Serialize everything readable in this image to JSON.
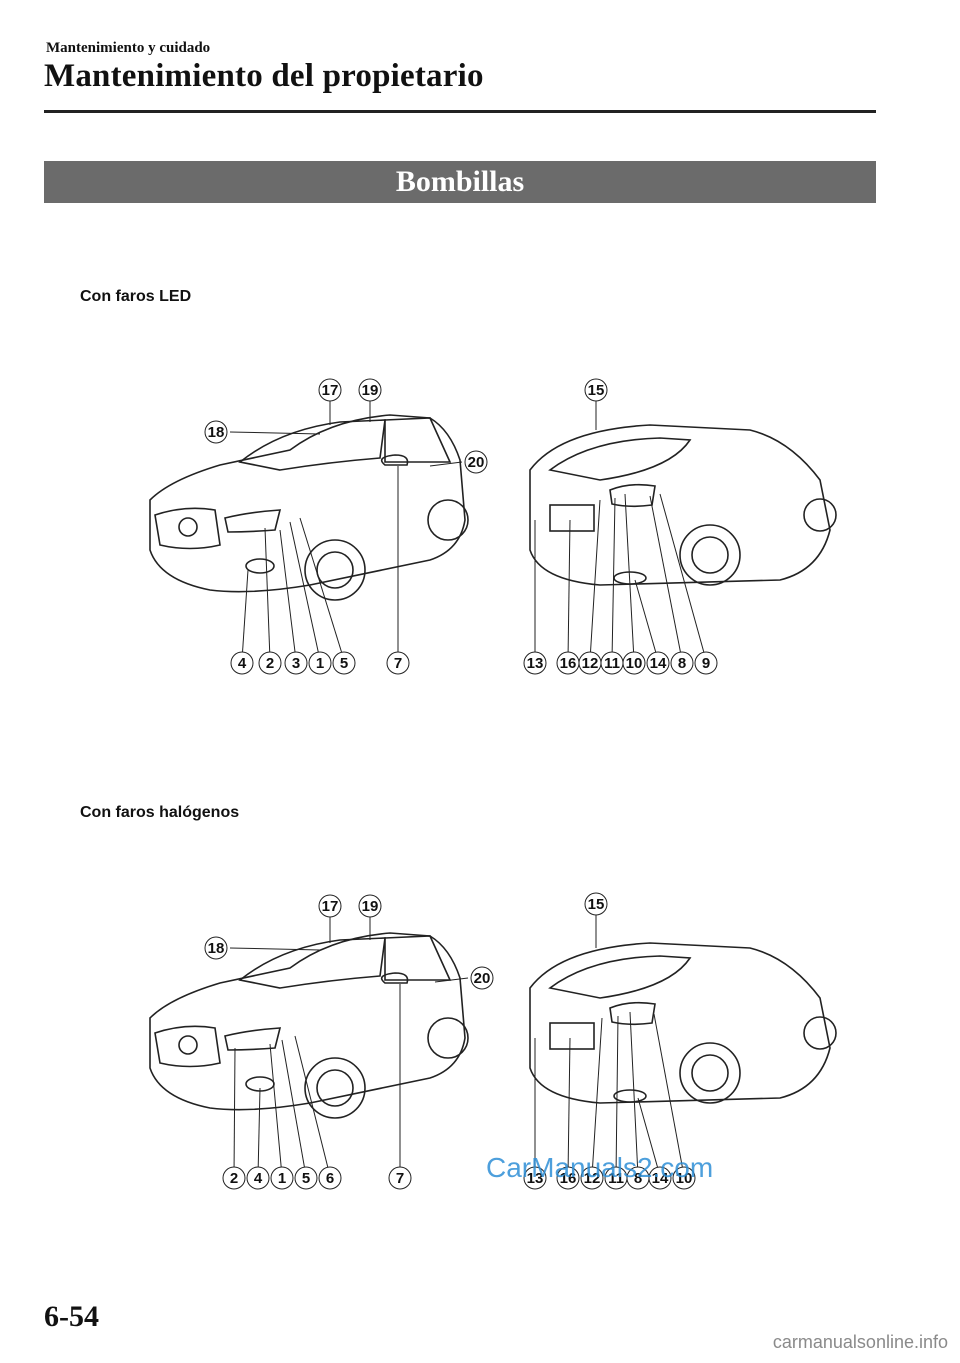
{
  "header": {
    "running_head": "Mantenimiento y cuidado",
    "chapter_title": "Mantenimiento del propietario"
  },
  "section": {
    "title": "Bombillas"
  },
  "figures": [
    {
      "label": "Con faros LED",
      "front_callouts": [
        "4",
        "2",
        "3",
        "1",
        "5",
        "7",
        "17",
        "19",
        "18",
        "20"
      ],
      "rear_callouts": [
        "13",
        "16",
        "12",
        "11",
        "10",
        "14",
        "8",
        "9",
        "15"
      ]
    },
    {
      "label": "Con faros halógenos",
      "front_callouts": [
        "2",
        "4",
        "1",
        "5",
        "6",
        "7",
        "17",
        "19",
        "18",
        "20"
      ],
      "rear_callouts": [
        "13",
        "16",
        "12",
        "11",
        "8",
        "14",
        "10",
        "15"
      ]
    }
  ],
  "watermark": "CarManuals2.com",
  "page_number": "6-54",
  "site_mark": "carmanualsonline.info"
}
